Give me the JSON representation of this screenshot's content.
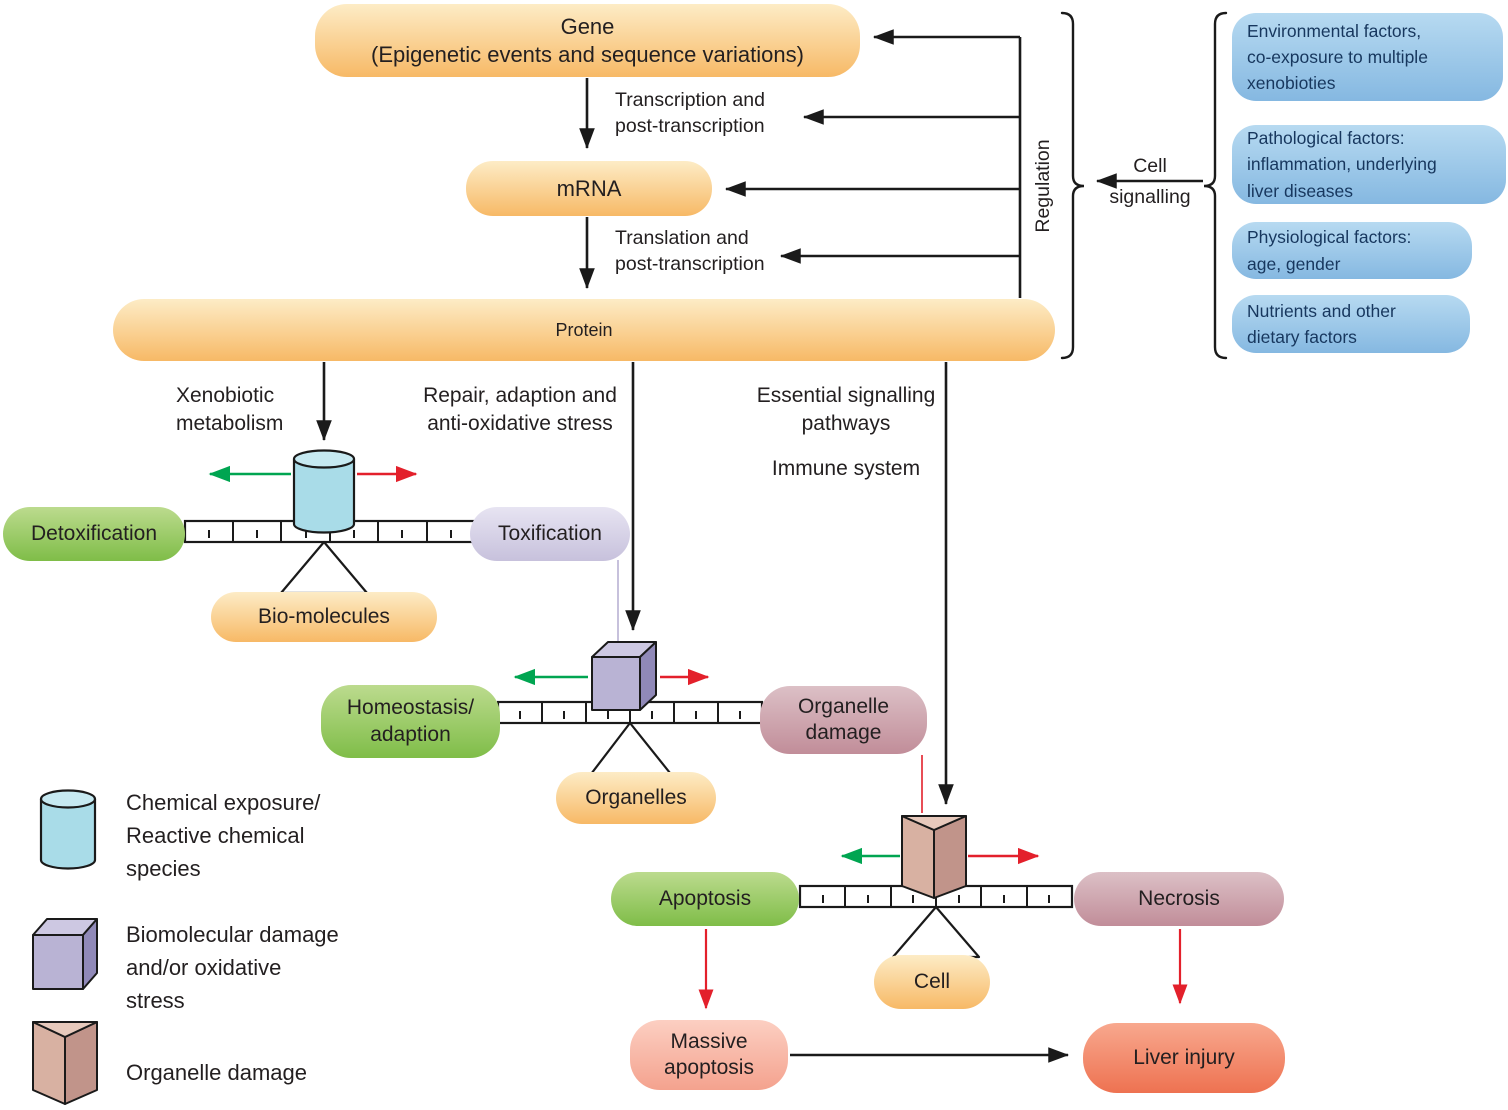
{
  "palette": {
    "orange_top": "#fdecc6",
    "orange_bottom": "#f7b966",
    "green_top": "#bcdb8e",
    "green_bottom": "#7fbd48",
    "lavender_top": "#e7e4f2",
    "lavender_bottom": "#c7c1dc",
    "mauve_top": "#dcc0c6",
    "mauve_bottom": "#c18d99",
    "blue_top": "#b7daf1",
    "blue_bottom": "#85b8e1",
    "blue_text": "#17375e",
    "salmon_light_top": "#fccfc2",
    "salmon_light_bottom": "#f4a28e",
    "red_top": "#f8a88e",
    "red_bottom": "#ee7251",
    "cylinder": "#a9dce8",
    "cylinder_top": "#c6e9f1",
    "cube_front": "#b9b3d4",
    "cube_top": "#cdc8e2",
    "cube_side": "#9089b8",
    "prism_left": "#d8b1a2",
    "prism_right": "#c1948a",
    "prism_top": "#e7c9bc",
    "arrow_black": "#1a1a1a",
    "arrow_red": "#e3202b",
    "arrow_green": "#00a551",
    "text": "#231f20"
  },
  "flow": {
    "gene": "Gene\n(Epigenetic events and sequence variations)",
    "transcription": "Transcription and\npost-transcription",
    "mrna": "mRNA",
    "translation": "Translation and\npost-transcription",
    "protein": "Protein",
    "regulation": "Regulation",
    "cell_signalling": {
      "line1": "Cell",
      "line2": "signalling"
    }
  },
  "factors": [
    {
      "text": "Environmental factors,\nco-exposure to multiple\nxenobioties"
    },
    {
      "text": "Pathological factors:\ninflammation, underlying\nliver diseases"
    },
    {
      "text": "Physiological factors:\nage, gender"
    },
    {
      "text": "Nutrients and other\ndietary factors"
    }
  ],
  "branches": {
    "xenobiotic": "Xenobiotic\nmetabolism",
    "repair": "Repair, adaption and\nanti-oxidative stress",
    "essential": "Essential signalling\npathways",
    "immune": "Immune system"
  },
  "balances": [
    {
      "left": "Detoxification",
      "right": "Toxification",
      "fulcrum": "Bio-molecules",
      "weight_icon": "cylinder-icon"
    },
    {
      "left": "Homeostasis/\nadaption",
      "right": "Organelle\ndamage",
      "fulcrum": "Organelles",
      "weight_icon": "cube-icon"
    },
    {
      "left": "Apoptosis",
      "right": "Necrosis",
      "fulcrum": "Cell",
      "weight_icon": "prism-icon"
    }
  ],
  "outcomes": {
    "massive_apoptosis": "Massive\napoptosis",
    "liver_injury": "Liver injury"
  },
  "legend": [
    {
      "icon": "cylinder-icon",
      "label": "Chemical exposure/\nReactive chemical\nspecies"
    },
    {
      "icon": "cube-icon",
      "label": "Biomolecular damage\nand/or oxidative\nstress"
    },
    {
      "icon": "prism-icon",
      "label": "Organelle damage"
    }
  ]
}
